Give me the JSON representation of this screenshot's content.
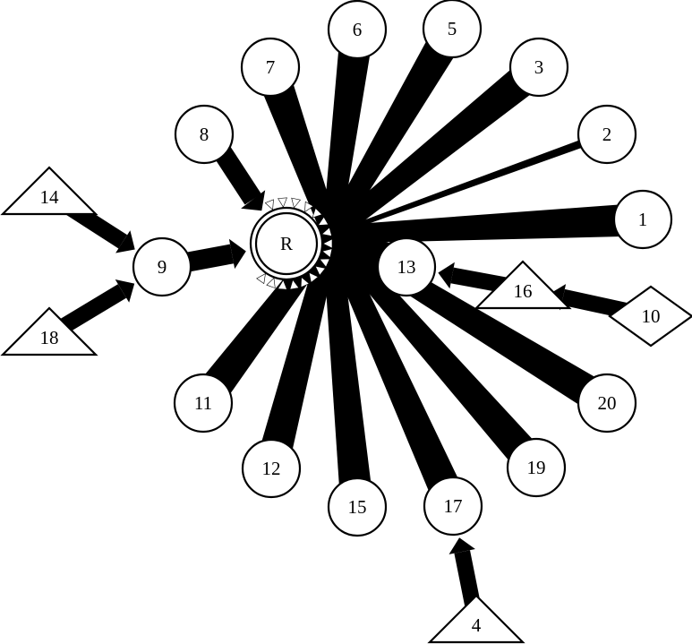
{
  "colors": {
    "foreground": "#000000",
    "background": "#ffffff"
  },
  "root": {
    "id": "R",
    "label": "R",
    "shape": "double-circle"
  },
  "nodes": [
    {
      "id": "1",
      "label": "1",
      "shape": "circle"
    },
    {
      "id": "2",
      "label": "2",
      "shape": "circle"
    },
    {
      "id": "3",
      "label": "3",
      "shape": "circle"
    },
    {
      "id": "5",
      "label": "5",
      "shape": "circle"
    },
    {
      "id": "6",
      "label": "6",
      "shape": "circle"
    },
    {
      "id": "7",
      "label": "7",
      "shape": "circle"
    },
    {
      "id": "8",
      "label": "8",
      "shape": "circle"
    },
    {
      "id": "9",
      "label": "9",
      "shape": "circle"
    },
    {
      "id": "11",
      "label": "11",
      "shape": "circle"
    },
    {
      "id": "12",
      "label": "12",
      "shape": "circle"
    },
    {
      "id": "13",
      "label": "13",
      "shape": "circle"
    },
    {
      "id": "15",
      "label": "15",
      "shape": "circle"
    },
    {
      "id": "17",
      "label": "17",
      "shape": "circle"
    },
    {
      "id": "19",
      "label": "19",
      "shape": "circle"
    },
    {
      "id": "20",
      "label": "20",
      "shape": "circle"
    },
    {
      "id": "14",
      "label": "14",
      "shape": "triangle"
    },
    {
      "id": "18",
      "label": "18",
      "shape": "triangle"
    },
    {
      "id": "16",
      "label": "16",
      "shape": "triangle"
    },
    {
      "id": "4",
      "label": "4",
      "shape": "triangle"
    },
    {
      "id": "10",
      "label": "10",
      "shape": "diamond"
    }
  ],
  "edges": [
    {
      "from": "1",
      "to": "R",
      "weight": "heavy"
    },
    {
      "from": "2",
      "to": "R",
      "weight": "light"
    },
    {
      "from": "3",
      "to": "R",
      "weight": "heavy"
    },
    {
      "from": "5",
      "to": "R",
      "weight": "heavy"
    },
    {
      "from": "6",
      "to": "R",
      "weight": "heavy"
    },
    {
      "from": "7",
      "to": "R",
      "weight": "heavy"
    },
    {
      "from": "8",
      "to": "R",
      "weight": "medium"
    },
    {
      "from": "9",
      "to": "R",
      "weight": "medium"
    },
    {
      "from": "11",
      "to": "R",
      "weight": "heavy"
    },
    {
      "from": "12",
      "to": "R",
      "weight": "heavy"
    },
    {
      "from": "13",
      "to": "R",
      "weight": "heavy"
    },
    {
      "from": "15",
      "to": "R",
      "weight": "heavy"
    },
    {
      "from": "17",
      "to": "R",
      "weight": "heavy"
    },
    {
      "from": "19",
      "to": "R",
      "weight": "heavy"
    },
    {
      "from": "20",
      "to": "R",
      "weight": "heavy"
    },
    {
      "from": "14",
      "to": "9",
      "weight": "medium"
    },
    {
      "from": "18",
      "to": "9",
      "weight": "medium"
    },
    {
      "from": "16",
      "to": "13",
      "weight": "medium"
    },
    {
      "from": "10",
      "to": "16",
      "weight": "medium"
    },
    {
      "from": "4",
      "to": "17",
      "weight": "medium"
    }
  ]
}
